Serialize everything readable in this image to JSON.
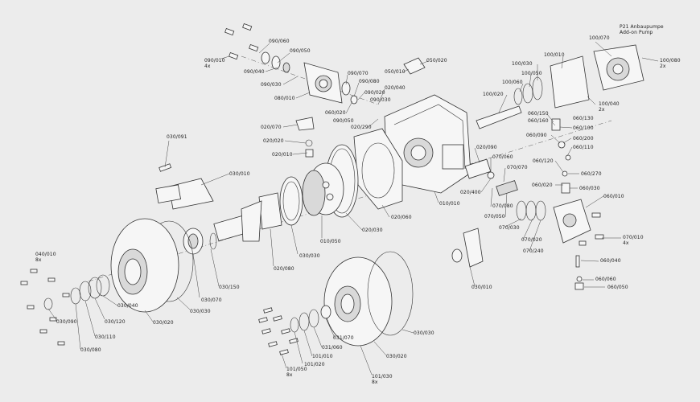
{
  "labels": {
    "p090_060": "090/060",
    "p090_050": "090/050",
    "p090_010": "090/010",
    "p090_010_qty": "4x",
    "p090_040": "090/040",
    "p090_030": "090/030",
    "p080_010": "080/010",
    "p090_070": "090/070",
    "p090_080": "090/080",
    "p090_020": "090/020",
    "p090_030b": "090/030",
    "p060_020a": "060/020",
    "p090_050b": "090/050",
    "p050_010": "050/010",
    "p050_020": "050/020",
    "p020_040": "020/040",
    "p020_070": "020/070",
    "p020_020": "020/020",
    "p020_290": "020/290",
    "p020_010": "020/010",
    "p030_091": "030/091",
    "p030_010a": "030/010",
    "p100_070": "100/070",
    "p100_010": "100/010",
    "p100_030": "100/030",
    "p100_050": "100/050",
    "p100_060": "100/060",
    "p100_020": "100/020",
    "p100_040": "100/040",
    "p100_040_qty": "2x",
    "p100_080": "100/080",
    "p100_080_qty": "2x",
    "addon_de": "P21  Anbaupumpe",
    "addon_en": "Add-on Pump",
    "p060_150": "060/150",
    "p060_130": "060/130",
    "p060_160": "060/160",
    "p060_100": "060/100",
    "p060_090": "060/090",
    "p060_200": "060/200",
    "p060_110": "060/110",
    "p060_120": "060/120",
    "p060_270": "060/270",
    "p060_020b": "060/020",
    "p060_030": "060/030",
    "p060_010": "060/010",
    "p020_090": "020/090",
    "p070_060": "070/060",
    "p070_070": "070/070",
    "p020_400": "020/400",
    "p070_080": "070/080",
    "p070_050": "070/050",
    "p070_030": "070/030",
    "p070_020": "070/020",
    "p070_240": "070/240",
    "p070_010": "070/010",
    "p070_010_qty": "4x",
    "p060_040": "060/040",
    "p060_060": "060/060",
    "p060_050": "060/050",
    "p010_010": "010/010",
    "p020_060": "020/060",
    "p020_030": "020/030",
    "p010_050": "010/050",
    "p030_030a": "030/030",
    "p020_080": "020/080",
    "p030_150": "030/150",
    "p030_070": "030/070",
    "p030_030b": "030/030",
    "p030_020a": "030/020",
    "p030_040": "030/040",
    "p030_120": "030/120",
    "p030_110": "030/110",
    "p030_090": "030/090",
    "p030_080": "030/080",
    "p040_010": "040/010",
    "p040_010_qty": "8x",
    "p030_010b": "030/010",
    "p030_030c": "030/030",
    "p030_020b": "030/020",
    "p101_030": "101/030",
    "p101_030_qty": "8x",
    "p031_070": "031/070",
    "p031_060": "031/060",
    "p101_010": "101/010",
    "p101_020": "101/020",
    "p101_050": "101/050",
    "p101_050_qty": "8x"
  }
}
